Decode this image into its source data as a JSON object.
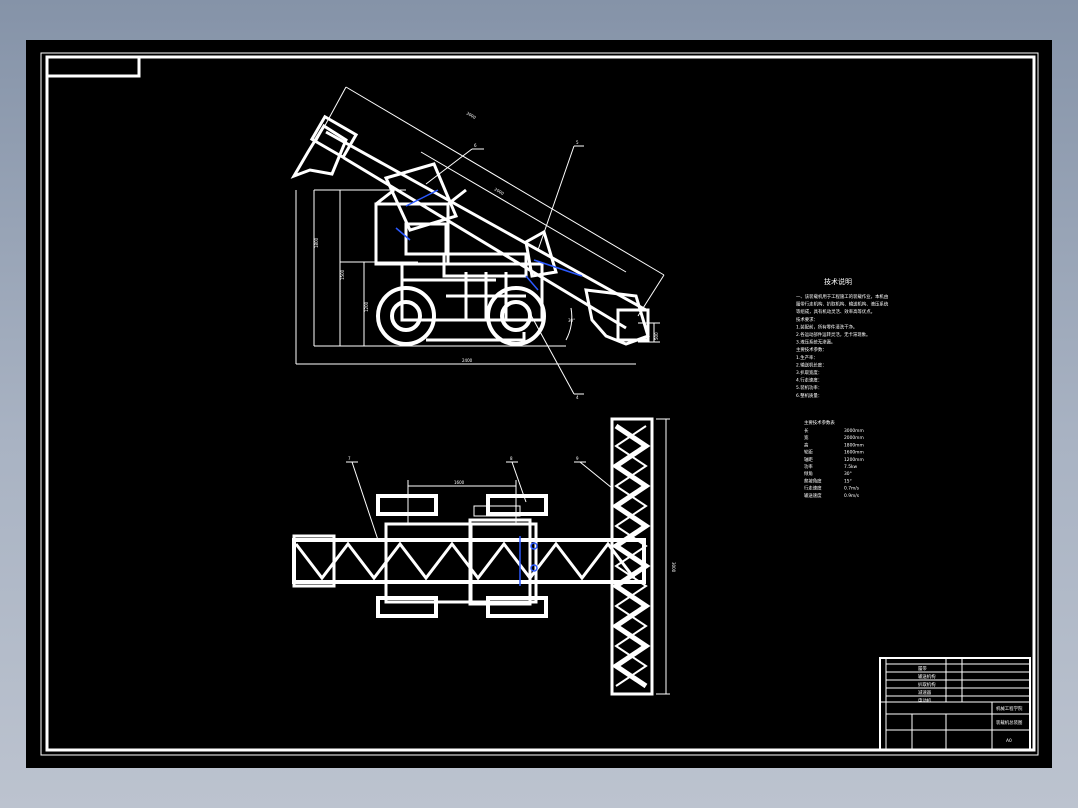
{
  "colors": {
    "sheet_background": "#000000",
    "line": "#ffffff",
    "accent": "#2b59ff",
    "viewport_background": "#8f9cb1"
  },
  "drawing": {
    "side_view": {
      "dimensions": [
        "3000",
        "2000",
        "1800",
        "1500",
        "1200",
        "2400",
        "30°",
        "500"
      ],
      "callouts": [
        "6",
        "5",
        "4"
      ]
    },
    "top_view": {
      "dimensions": [
        "1600",
        "3000"
      ],
      "callouts": [
        "7",
        "8",
        "9"
      ]
    }
  },
  "notes": {
    "title": "技术说明",
    "lines": [
      "一、该装载机用于工程施工的装载作业，本机由",
      "履带行走机构、扒取机构、输送机构、液压系统",
      "等组成，具有机动灵活、效率高等优点。",
      "技术要求：",
      "1.装配前，所有零件清洗干净。",
      "2.各运动部件运转灵活，无卡滞现象。",
      "3.液压系统无渗漏。",
      "主要技术参数：",
      "1.生产率：",
      "2.输送机长度：",
      "3.扒取宽度：",
      "4.行走速度：",
      "5.装机功率：",
      "6.整机质量："
    ],
    "params_title": "主要技术参数表",
    "params": [
      {
        "name": "长",
        "value": "3000mm"
      },
      {
        "name": "宽",
        "value": "2000mm"
      },
      {
        "name": "高",
        "value": "1800mm"
      },
      {
        "name": "轮距",
        "value": "1600mm"
      },
      {
        "name": "轴距",
        "value": "1200mm"
      },
      {
        "name": "功率",
        "value": "7.5kw"
      },
      {
        "name": "倾角",
        "value": "30°"
      },
      {
        "name": "爬坡角度",
        "value": "15°"
      },
      {
        "name": "行走速度",
        "value": "0.7m/s"
      },
      {
        "name": "输送速度",
        "value": "0.9m/s"
      }
    ]
  },
  "title_block": {
    "parts": [
      "履带",
      "输送机构",
      "扒取机构",
      "减速器",
      "电动机"
    ],
    "drawing_title": "装载机总装图",
    "school": "机械工程学院",
    "sheet_no": "A0"
  }
}
